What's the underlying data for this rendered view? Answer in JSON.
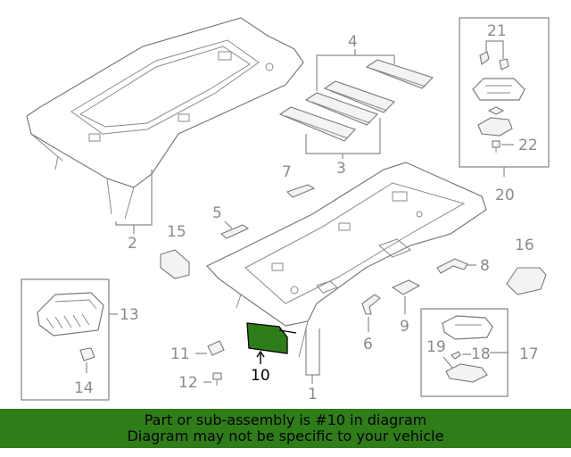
{
  "callouts": {
    "c1": "1",
    "c2": "2",
    "c3": "3",
    "c4": "4",
    "c5": "5",
    "c6": "6",
    "c7": "7",
    "c8": "8",
    "c9": "9",
    "c10": "10",
    "c11": "11",
    "c12": "12",
    "c13": "13",
    "c14": "14",
    "c15": "15",
    "c16": "16",
    "c17": "17",
    "c18": "18",
    "c19": "19",
    "c20": "20",
    "c21": "21",
    "c22": "22"
  },
  "banner": {
    "line1": "Part or sub-assembly is #10 in diagram",
    "line2": "Diagram may not be specific to your vehicle"
  },
  "colors": {
    "highlight": "#2f7d18",
    "banner_bg": "#2f7d18",
    "label_gray": "#8a8a8a"
  }
}
